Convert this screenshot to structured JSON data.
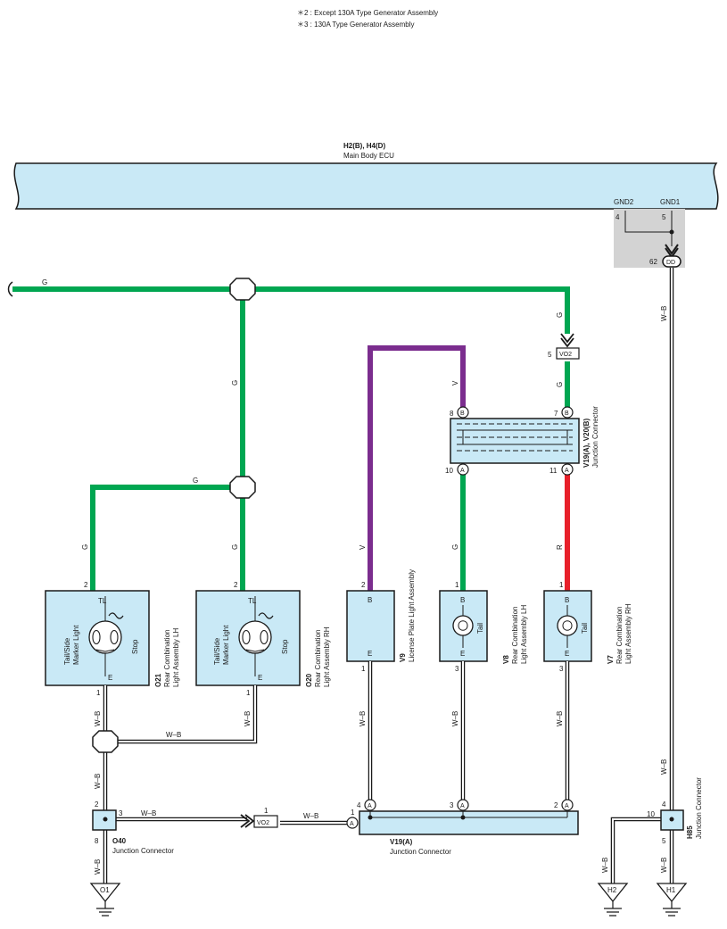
{
  "colors": {
    "green": "#00a651",
    "violet": "#7b2d8e",
    "red": "#e8202a",
    "component": "#c9e9f6",
    "ground_box": "#d3d3d3"
  },
  "notes": [
    "＊2 : Except 130A Type Generator Assembly",
    "＊3 : 130A Type Generator Assembly"
  ],
  "ecu": {
    "code": "H2(B), H4(D)",
    "name": "Main Body ECU",
    "gnd2": "GND2",
    "gnd1": "GND1",
    "pin4": "4",
    "pin5": "5",
    "dd_pin": "62",
    "dd_label": "DD"
  },
  "wires": {
    "g": "G",
    "v": "V",
    "r": "R",
    "wb": "W–B"
  },
  "vo2": {
    "label": "VO2",
    "pin_top": "5",
    "pin_mid": "1"
  },
  "jc_v19v20": {
    "code": "V19(A), V20(B)",
    "name": "Junction Connector",
    "p8": "8",
    "p7": "7",
    "p10": "10",
    "p11": "11",
    "b": "B",
    "a": "A"
  },
  "o21": {
    "code": "O21",
    "name1": "Rear Combination",
    "name2": "Light Assembly LH",
    "pin_top": "2",
    "pin_bot": "1",
    "tl": "TL",
    "e": "E",
    "lamp1a": "Tail/Side",
    "lamp1b": "Marker Light",
    "lamp2": "Stop"
  },
  "o20": {
    "code": "O20",
    "name1": "Rear Combination",
    "name2": "Light Assembly RH",
    "pin_top": "2",
    "pin_bot": "1",
    "tl": "TL",
    "e": "E",
    "lamp1a": "Tail/Side",
    "lamp1b": "Marker Light",
    "lamp2": "Stop"
  },
  "v9": {
    "code": "V9",
    "name": "License Plate Light Assembly",
    "pin_top": "2",
    "pin_bot": "1",
    "b": "B",
    "e": "E"
  },
  "v8": {
    "code": "V8",
    "name1": "Rear Combination",
    "name2": "Light Assembly LH",
    "pin_top": "1",
    "pin_bot": "3",
    "b": "B",
    "e": "E",
    "lamp": "Tail"
  },
  "v7": {
    "code": "V7",
    "name1": "Rear Combination",
    "name2": "Light Assembly RH",
    "pin_top": "1",
    "pin_bot": "3",
    "b": "B",
    "e": "E",
    "lamp": "Tail"
  },
  "o40": {
    "code": "O40",
    "name": "Junction Connector",
    "p2": "2",
    "p3": "3",
    "p8": "8"
  },
  "v19a": {
    "code": "V19(A)",
    "name": "Junction Connector",
    "p1": "1",
    "p4": "4",
    "p3": "3",
    "p2": "2",
    "a": "A"
  },
  "h85": {
    "code": "H85",
    "name": "Junction Connector",
    "p4": "4",
    "p10": "10",
    "p5": "5"
  },
  "grounds": {
    "o1": "O1",
    "h2": "H2",
    "h1": "H1"
  }
}
